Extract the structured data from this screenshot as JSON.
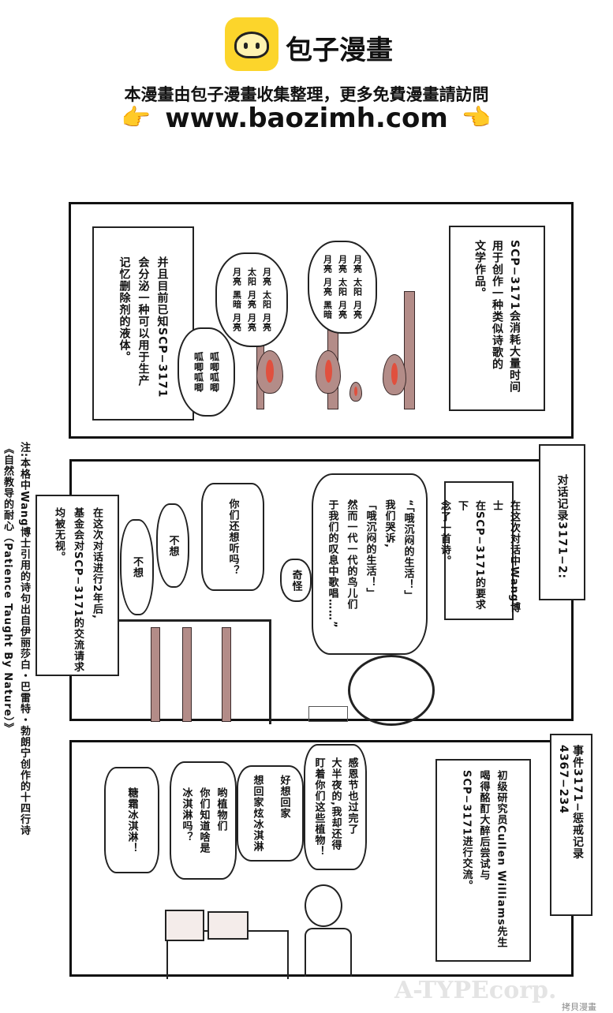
{
  "header": {
    "logo_text": "包子漫畫",
    "subtitle": "本漫畫由包子漫畫收集整理，更多免費漫畫請訪問",
    "url": "www.baozimh.com",
    "pointer_icon": "pointing-hand-emoji",
    "brand_color": "#fcd52b"
  },
  "panel1": {
    "caption_right": "SCP−3171会消耗大量时间\n用于创作一种类似诗歌的\n文学作品。",
    "caption_left": "并且目前已知SCP−3171\n会分泌一种可以用于生产\n记忆删除剂的液体。",
    "bubble_moon_1": "月亮 太阳 月亮\n太阳 月亮 月亮\n月亮 黑暗 月亮",
    "bubble_moon_2": "月亮 太阳 月亮\n月亮 太阳 月亮\n月亮 月亮 黑暗",
    "bubble_croak": "呱唧呱唧\n呱唧呱唧"
  },
  "side_note": {
    "line1": "注:本格中Wang博士引用的诗句出自伊丽莎白・巴雷特・勃朗宁创作的十四行诗",
    "line2": "《自然教导的耐心（Patience Taught By Nature）》"
  },
  "panel2": {
    "label": "对话记录3171−2:",
    "caption_right": "在这次对话中Wang博士\n在SCP−3171的要求下\n念了一首诗。",
    "caption_left": "在这次对话进行2年后,\n基金会对SCP−3171的交流请求\n均被无视。",
    "bubble_poem": "“「哦沉闷的生活！」\n我们哭诉,\n「哦沉闷的生活！」\n然而一代一代的鸟儿们\n于我们的叹息中歌唱……”",
    "bubble_strange": "奇怪",
    "bubble_more": "你们还想听吗？",
    "bubble_no_1": "不想",
    "bubble_no_2": "不想"
  },
  "panel3": {
    "label": "事件3171−惩戒记录4367−234",
    "caption_right": "初级研究员Cullen Williams先生\n喝得酩酊大醉后尝试与\nSCP−3171进行交流。",
    "bubble_thanksgiving": "感恩节也过完了\n大半夜的,我却还得\n盯着你们这些植物！",
    "bubble_home": "好想回家\n想回家炫冰淇淋",
    "bubble_plants": "哟植物们\n你们知道啥是\n冰淇淋吗？",
    "bubble_frosting": "糖霜冰淇淋！"
  },
  "watermarks": {
    "atype": "A-TYPEcorp.",
    "copymanga": "拷貝漫畫"
  }
}
